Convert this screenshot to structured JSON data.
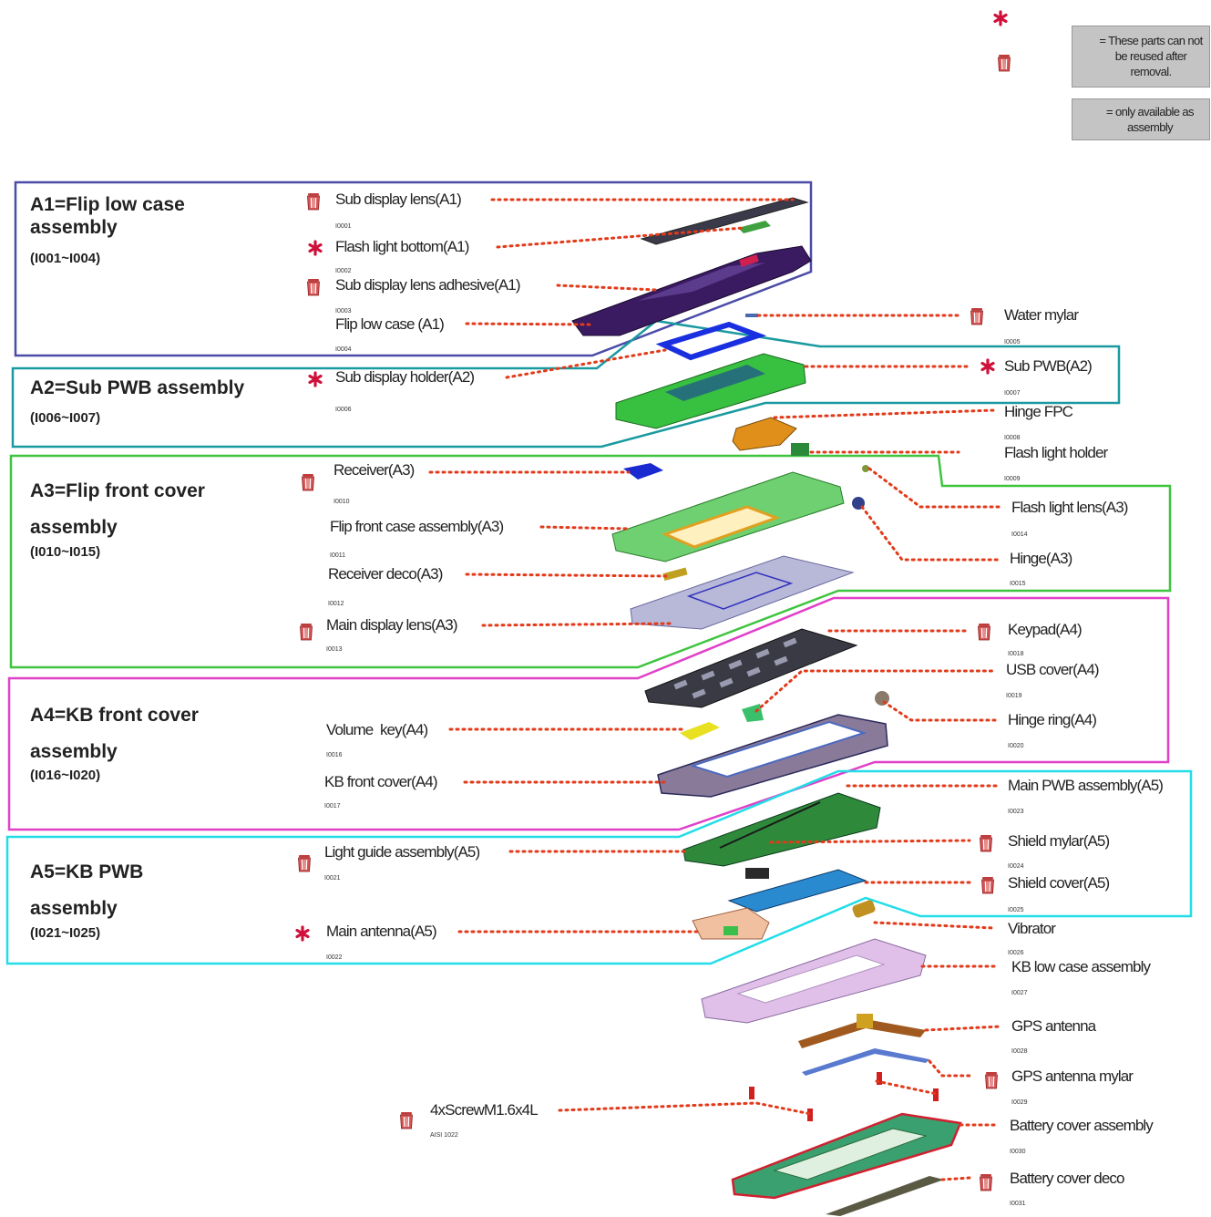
{
  "legend": {
    "no_reuse_text": "= These parts can not be reused after removal.",
    "assembly_only_text": "= only available as assembly",
    "no_reuse_icon": "trash-can-icon",
    "assembly_only_icon": "red-asterisk-icon",
    "no_reuse_color": "#c0392b",
    "assembly_only_color": "#d0103a"
  },
  "groups": [
    {
      "title": "A1=Flip low case assembly",
      "range": "(I001~I004)",
      "border_color": "#4040a0"
    },
    {
      "title": "A2=Sub PWB assembly",
      "range": "(I006~I007)",
      "border_color": "#1a9aa0"
    },
    {
      "title": "A3=Flip front cover assembly",
      "range": "(I010~I015)",
      "border_color": "#3ec43e"
    },
    {
      "title": "A4=KB front cover assembly",
      "range": "(I016~I020)",
      "border_color": "#e040c8"
    },
    {
      "title": "A5=KB PWB assembly",
      "range": "(I021~I025)",
      "border_color": "#22dde8"
    }
  ],
  "parts": [
    {
      "name": "Sub display lens(A1)",
      "code": "I0001",
      "mark": "trash"
    },
    {
      "name": "Flash light bottom(A1)",
      "code": "I0002",
      "mark": "asterisk"
    },
    {
      "name": "Sub display lens adhesive(A1)",
      "code": "I0003",
      "mark": "trash"
    },
    {
      "name": "Flip low case (A1)",
      "code": "I0004",
      "mark": ""
    },
    {
      "name": "Water mylar",
      "code": "I0005",
      "mark": "trash"
    },
    {
      "name": "Sub display holder(A2)",
      "code": "I0006",
      "mark": "asterisk"
    },
    {
      "name": "Sub PWB(A2)",
      "code": "I0007",
      "mark": "asterisk"
    },
    {
      "name": "Hinge FPC",
      "code": "I0008",
      "mark": ""
    },
    {
      "name": "Flash light holder",
      "code": "I0009",
      "mark": ""
    },
    {
      "name": "Receiver(A3)",
      "code": "I0010",
      "mark": "trash"
    },
    {
      "name": "Flip front case assembly(A3)",
      "code": "I0011",
      "mark": ""
    },
    {
      "name": "Receiver deco(A3)",
      "code": "I0012",
      "mark": ""
    },
    {
      "name": "Main display lens(A3)",
      "code": "I0013",
      "mark": "trash"
    },
    {
      "name": "Flash light lens(A3)",
      "code": "I0014",
      "mark": ""
    },
    {
      "name": "Hinge(A3)",
      "code": "I0015",
      "mark": ""
    },
    {
      "name": "Keypad(A4)",
      "code": "I0018",
      "mark": "trash"
    },
    {
      "name": "USB cover(A4)",
      "code": "I0019",
      "mark": ""
    },
    {
      "name": "Hinge ring(A4)",
      "code": "I0020",
      "mark": ""
    },
    {
      "name": "Volume  key(A4)",
      "code": "I0016",
      "mark": ""
    },
    {
      "name": "KB front cover(A4)",
      "code": "I0017",
      "mark": ""
    },
    {
      "name": "Main PWB assembly(A5)",
      "code": "I0023",
      "mark": ""
    },
    {
      "name": "Light guide assembly(A5)",
      "code": "I0021",
      "mark": "trash"
    },
    {
      "name": "Shield mylar(A5)",
      "code": "I0024",
      "mark": "trash"
    },
    {
      "name": "Shield cover(A5)",
      "code": "I0025",
      "mark": "trash"
    },
    {
      "name": "Main antenna(A5)",
      "code": "I0022",
      "mark": "asterisk"
    },
    {
      "name": "Vibrator",
      "code": "I0026",
      "mark": ""
    },
    {
      "name": "KB low case assembly",
      "code": "I0027",
      "mark": ""
    },
    {
      "name": "GPS antenna",
      "code": "I0028",
      "mark": ""
    },
    {
      "name": "GPS antenna mylar",
      "code": "I0029",
      "mark": "trash"
    },
    {
      "name": "4xScrewM1.6x4L",
      "code": "AISI 1022",
      "mark": "trash"
    },
    {
      "name": "Battery cover assembly",
      "code": "I0030",
      "mark": ""
    },
    {
      "name": "Battery cover deco",
      "code": "I0031",
      "mark": "trash"
    }
  ]
}
